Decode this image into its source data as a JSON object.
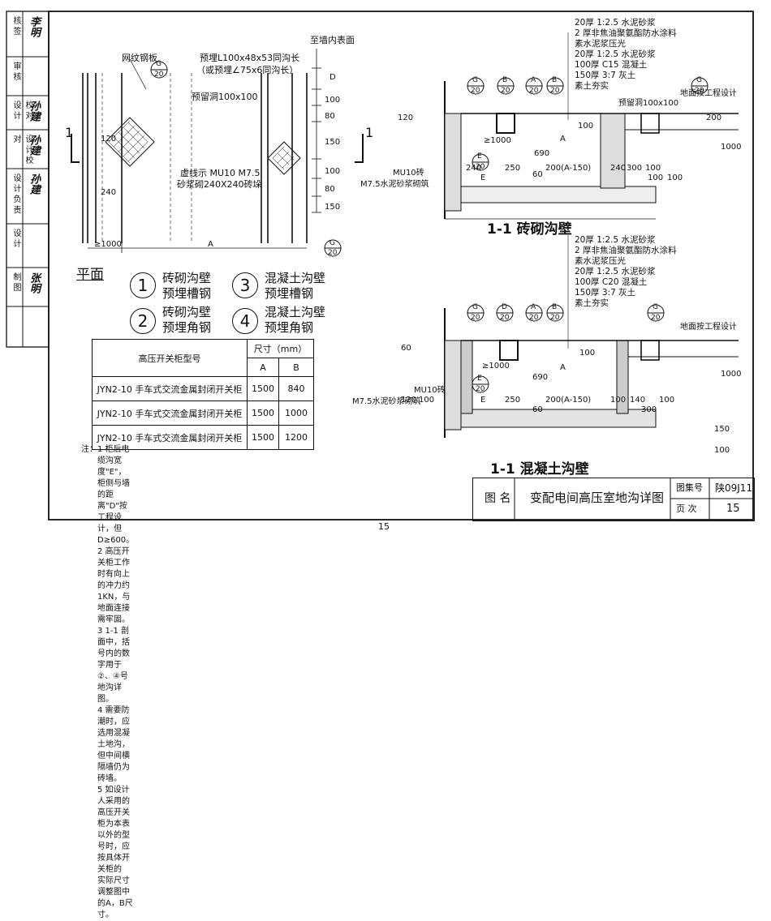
{
  "side_strip": [
    {
      "label": "核 签",
      "sig": "李明"
    },
    {
      "label": "审 核",
      "sig": ""
    },
    {
      "label": "校 对 设 计",
      "sig": "孙建"
    },
    {
      "label": "设 计 校 对",
      "sig": "孙建"
    },
    {
      "label": "设 计 负 责",
      "sig": "孙建"
    },
    {
      "label": "设 计",
      "sig": ""
    },
    {
      "label": "制 图",
      "sig": "张明"
    }
  ],
  "plan": {
    "cover_plate": "网纹钢板",
    "angle_label_main": "预埋L100x48x53同沟长",
    "angle_label_alt": "（或预埋∠75x6同沟长）",
    "to_wall": "至墙内表面",
    "hole": "预留洞100x100",
    "pier_note1": "虚线示 MU10 M7.5",
    "pier_note2": "砂浆砌240X240砖垛",
    "section_mark": "1",
    "ref_g": "G",
    "ref_20": "20",
    "dims_right": [
      "D",
      "100",
      "80",
      "150",
      "100",
      "80",
      "150"
    ],
    "dims_left": [
      "120",
      "240"
    ],
    "dim_bottom_left": "≥1000",
    "dim_bottom_a": "A",
    "title": "平面"
  },
  "legend": [
    {
      "num": "1",
      "line1": "砖砌沟壁",
      "line2": "预埋槽钢"
    },
    {
      "num": "2",
      "line1": "砖砌沟壁",
      "line2": "预埋角钢"
    },
    {
      "num": "3",
      "line1": "混凝土沟壁",
      "line2": "预埋槽钢"
    },
    {
      "num": "4",
      "line1": "混凝土沟壁",
      "line2": "预埋角钢"
    }
  ],
  "spec_table": {
    "header_model": "高压开关柜型号",
    "header_size": "尺寸（mm）",
    "col_a": "A",
    "col_b": "B",
    "rows": [
      {
        "model": "JYN2-10 手车式交流金属封闭开关柜",
        "a": "1500",
        "b": "840"
      },
      {
        "model": "JYN2-10 手车式交流金属封闭开关柜",
        "a": "1500",
        "b": "1000"
      },
      {
        "model": "JYN2-10 手车式交流金属封闭开关柜",
        "a": "1500",
        "b": "1200"
      }
    ]
  },
  "notes": {
    "head": "注：",
    "items": [
      "1 柜后电缆沟宽度\"E\"，柜侧与墙的距离\"D\"按工程设计，但D≥600。",
      "2 高压开关柜工作时有向上的冲力约 1KN，与地面连接需牢固。",
      "3 1-1 剖面中，括号内的数字用于②、④号地沟详图。",
      "4 需要防潮时，应选用混凝土地沟，但中间横隔墙仍为砖墙。",
      "5 如设计人采用的高压开关柜为本表以外的型号时，应按具体开关柜的",
      "   实际尺寸调整图中的A，B尺寸。"
    ]
  },
  "section1": {
    "layers": [
      "20厚 1:2.5 水泥砂浆",
      "2 厚非焦油聚氨酯防水涂料",
      "素水泥浆压光",
      "20厚 1:2.5 水泥砂浆",
      "100厚 C15 混凝土",
      "150厚 3:7 灰土",
      "素土夯实"
    ],
    "hole": "预留洞100x100",
    "ground_note": "地面按工程设计",
    "wall1": "MU10砖",
    "wall2": "M7.5水泥砂浆砌筑",
    "title": "1-1 砖砌沟壁",
    "dims": [
      "120",
      "≥1000",
      "240",
      "E",
      "250",
      "690",
      "A",
      "200(A-150)",
      "240",
      "300",
      "100",
      "100",
      "100",
      "100",
      "200",
      "1000",
      "60"
    ],
    "refs": [
      [
        "G",
        "20"
      ],
      [
        "B",
        "20"
      ],
      [
        "A",
        "20"
      ],
      [
        "B",
        "20"
      ],
      [
        "G",
        "20"
      ],
      [
        "E",
        "20"
      ]
    ]
  },
  "section2": {
    "layers": [
      "20厚 1:2.5 水泥砂浆",
      "2 厚非焦油聚氨酯防水涂料",
      "素水泥浆压光",
      "20厚 1:2.5 水泥砂浆",
      "100厚 C20 混凝土",
      "150厚 3:7 灰土",
      "素土夯实"
    ],
    "ground_note": "地面按工程设计",
    "wall1": "MU10砖",
    "wall2": "M7.5水泥砂浆砌筑",
    "title": "1-1 混凝土沟壁",
    "dims": [
      "60",
      "≥1000",
      "120",
      "100",
      "E",
      "250",
      "690",
      "A",
      "200(A-150)",
      "100",
      "140",
      "100",
      "300",
      "100",
      "1000",
      "60",
      "150",
      "100"
    ],
    "refs": [
      [
        "G",
        "20"
      ],
      [
        "D",
        "20"
      ],
      [
        "A",
        "20"
      ],
      [
        "B",
        "20"
      ],
      [
        "G",
        "20"
      ],
      [
        "E",
        "20"
      ]
    ]
  },
  "title_block": {
    "name_label": "图  名",
    "name": "变配电间高压室地沟详图",
    "atlas_label": "图集号",
    "atlas": "陕09J11",
    "page_label": "页  次",
    "page": "15"
  },
  "page_number": "15"
}
